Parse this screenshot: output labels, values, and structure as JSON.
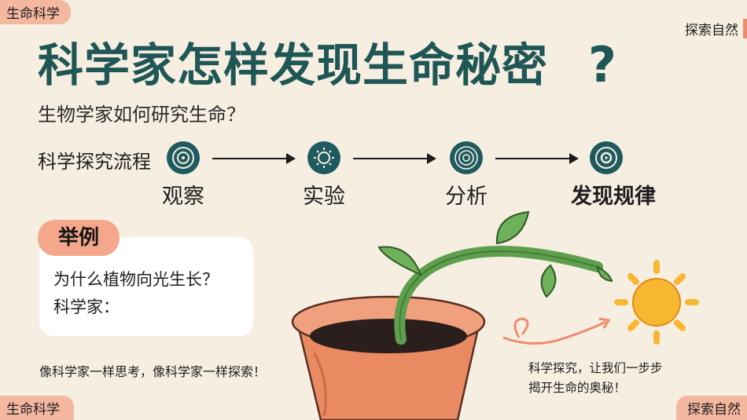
{
  "corners": {
    "top_left": "生命科学",
    "top_right": "探索自然",
    "bottom_left": "生命科学",
    "bottom_right": "探索自然"
  },
  "title": "科学家怎样发现生命秘密",
  "title_mark": "?",
  "subtitle": "生物学家如何研究生命？",
  "flow": {
    "label": "科学探究流程",
    "steps": [
      {
        "label": "观察",
        "icon": "target-icon"
      },
      {
        "label": "实验",
        "icon": "sun-bulb-icon"
      },
      {
        "label": "分析",
        "icon": "rings-icon"
      },
      {
        "label": "发现规律",
        "icon": "bullseye-icon"
      }
    ]
  },
  "example": {
    "badge": "举例",
    "question": "为什么植物向光生长？",
    "answer_prefix": "科学家："
  },
  "slogan": "像科学家一样思考，像科学家一样探索！",
  "note_line1": "科学探究，让我们一步步",
  "note_line2": "揭开生命的奥秘！",
  "colors": {
    "background": "#f6efe1",
    "title": "#1f5656",
    "accent": "#f5a78c",
    "icon": "#1f5a60"
  }
}
